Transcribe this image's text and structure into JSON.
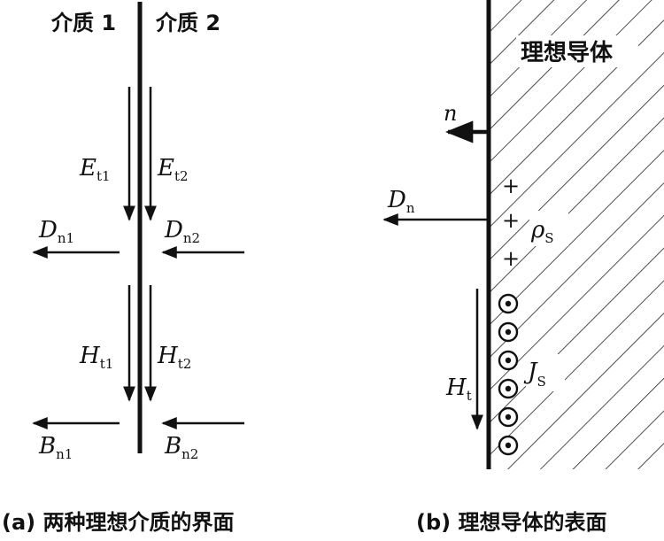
{
  "panel_a": {
    "medium1": "介质 1",
    "medium2": "介质 2",
    "E_t1": "E",
    "E_t1_sub": "t1",
    "E_t2": "E",
    "E_t2_sub": "t2",
    "D_n1": "D",
    "D_n1_sub": "n1",
    "D_n2": "D",
    "D_n2_sub": "n2",
    "H_t1": "H",
    "H_t1_sub": "t1",
    "H_t2": "H",
    "H_t2_sub": "t2",
    "B_n1": "B",
    "B_n1_sub": "n1",
    "B_n2": "B",
    "B_n2_sub": "n2",
    "caption": "(a) 两种理想介质的界面"
  },
  "panel_b": {
    "conductor_label": "理想导体",
    "n": "n",
    "D_n": "D",
    "D_n_sub": "n",
    "rho_s": "ρ",
    "rho_s_sub": "S",
    "plus_signs": [
      "+",
      "+",
      "+"
    ],
    "H_t": "H",
    "H_t_sub": "t",
    "J_s": "J",
    "J_s_sub": "S",
    "current_dots": 6,
    "caption": "(b) 理想导体的表面"
  }
}
